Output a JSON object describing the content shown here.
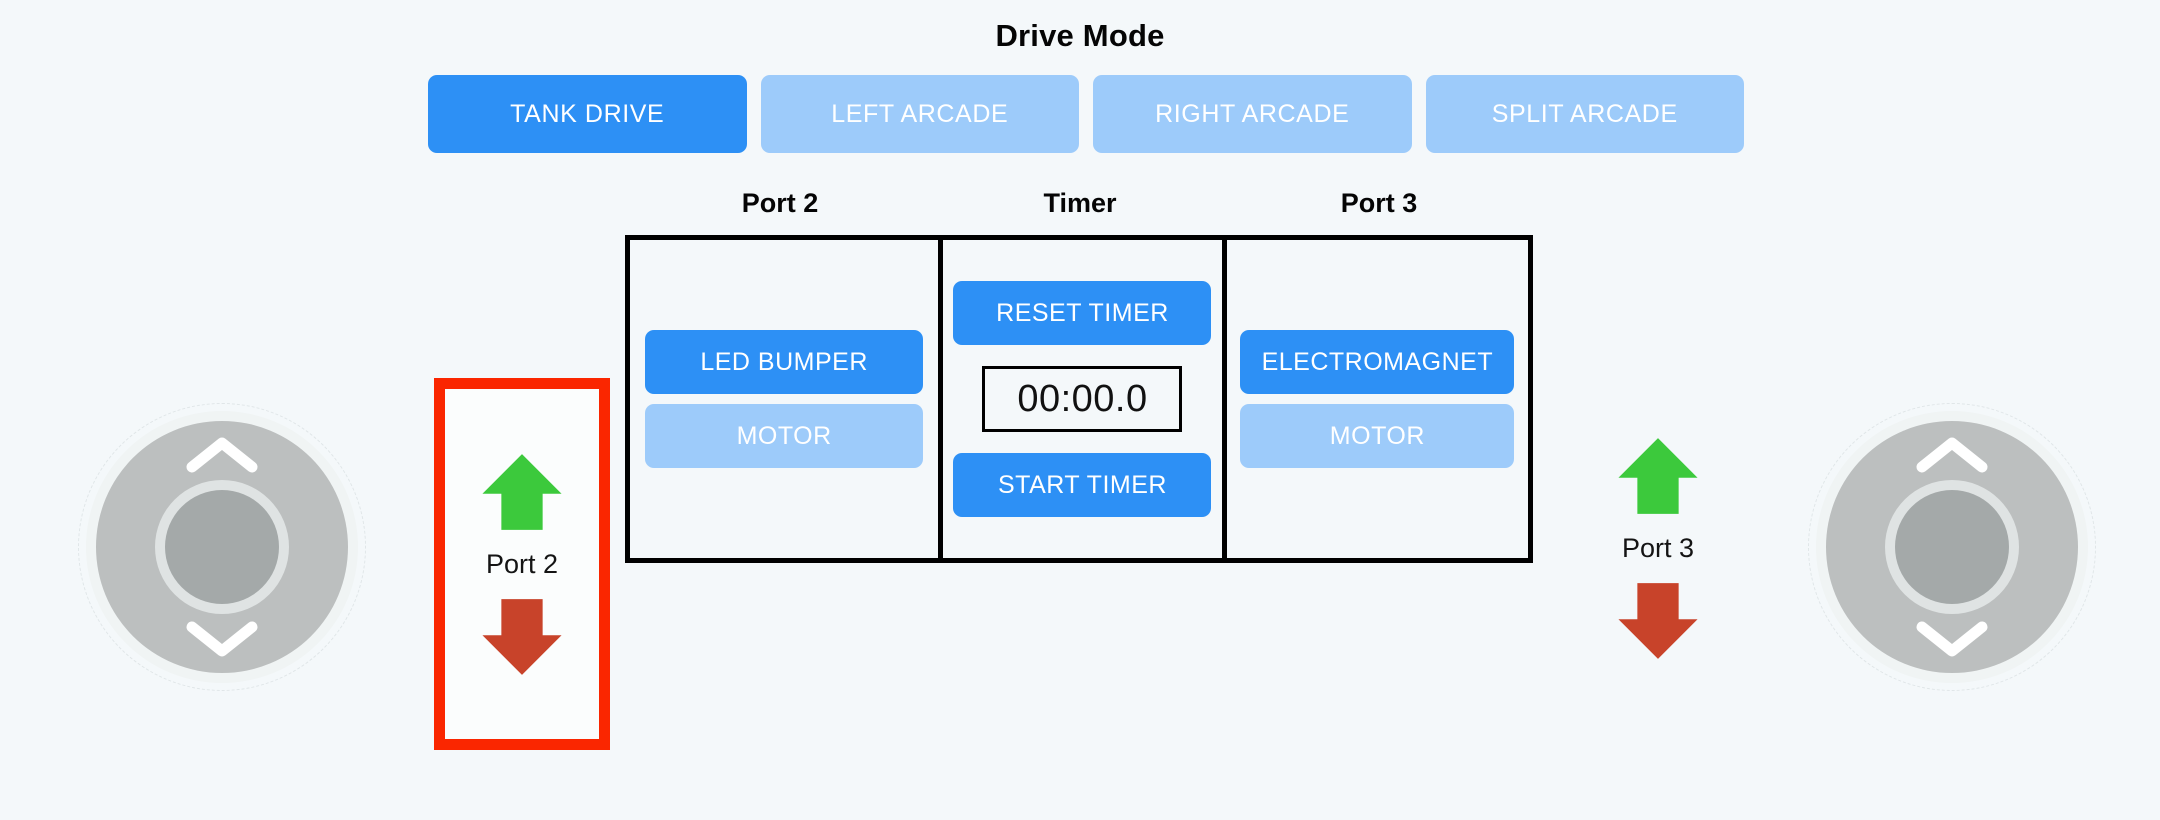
{
  "header": {
    "title": "Drive Mode"
  },
  "drive_modes": [
    {
      "label": "TANK DRIVE",
      "name": "tank-drive",
      "active": true
    },
    {
      "label": "LEFT ARCADE",
      "name": "left-arcade",
      "active": false
    },
    {
      "label": "RIGHT ARCADE",
      "name": "right-arcade",
      "active": false
    },
    {
      "label": "SPLIT ARCADE",
      "name": "split-arcade",
      "active": false
    }
  ],
  "columns": {
    "port2": {
      "caption": "Port 2",
      "buttons": [
        {
          "label": "LED BUMPER",
          "state": "active"
        },
        {
          "label": "MOTOR",
          "state": "muted"
        }
      ]
    },
    "timer": {
      "caption": "Timer",
      "reset_label": "RESET TIMER",
      "display": "00:00.0",
      "start_label": "START TIMER"
    },
    "port3": {
      "caption": "Port 3",
      "buttons": [
        {
          "label": "ELECTROMAGNET",
          "state": "active"
        },
        {
          "label": "MOTOR",
          "state": "muted"
        }
      ]
    }
  },
  "port_controls": {
    "port2": {
      "label": "Port 2",
      "up_icon": "green-up-arrow-icon",
      "down_icon": "red-down-arrow-icon",
      "highlighted": true
    },
    "port3": {
      "label": "Port 3",
      "up_icon": "green-up-arrow-icon",
      "down_icon": "red-down-arrow-icon",
      "highlighted": false
    }
  },
  "joysticks": {
    "left": {
      "name": "left-joystick",
      "up_icon": "chevron-up-icon",
      "down_icon": "chevron-down-icon"
    },
    "right": {
      "name": "right-joystick",
      "up_icon": "chevron-up-icon",
      "down_icon": "chevron-down-icon"
    }
  },
  "colors": {
    "page_background": "#f4f8fa",
    "accent_blue": "#2d90f5",
    "muted_blue": "#9dcbfa",
    "highlight_red": "#fa2600",
    "arrow_green": "#3cc93c",
    "arrow_red": "#c8432a",
    "panel_border": "#000000",
    "joystick_base": "#bcbfbf",
    "joystick_knob": "#a4a9a9"
  }
}
